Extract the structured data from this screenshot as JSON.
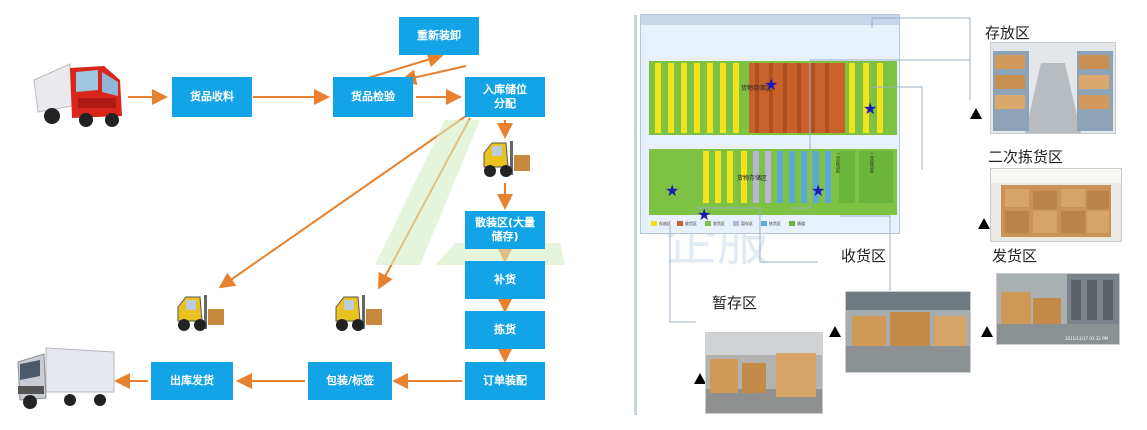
{
  "flow": {
    "reload": "重新装卸",
    "receive": "货品收料",
    "inspect": "货品检验",
    "putaway": "入库储位分配",
    "bulk": "散装区(大量储存)",
    "replenish": "补货",
    "pick": "拣货",
    "order_pack": "订单装配",
    "pack_label": "包装/标签",
    "ship": "出库发货"
  },
  "watermark": {
    "text": "企服"
  },
  "map": {
    "upper_zone": "货物存储区",
    "lower_zone": "货物存储区",
    "side_text_1": "二次拣货区",
    "side_text_2": "二次拣货区",
    "legend": [
      "存放区",
      "收货区",
      "发货区",
      "暂存区",
      "拣货区",
      "通道"
    ]
  },
  "zones": {
    "storage": "存放区",
    "second_pick": "二次拣货区",
    "receiving": "收货区",
    "shipping": "发货区",
    "staging": "暂存区"
  },
  "photo_timestamp": "2011/12/17 01:32 PM",
  "colors": {
    "box_blue": "#12a4e6",
    "arrow_orange": "#e8802e",
    "map_green": "#7dc242",
    "map_yellow": "#f2e31b",
    "map_brown": "#c8612a",
    "map_blue": "#5aa7d9",
    "star_blue": "#1a1ab8"
  },
  "icons": [
    "red-truck-icon",
    "forklift-icon",
    "silver-truck-icon",
    "star-icon",
    "triangle-marker-icon"
  ]
}
